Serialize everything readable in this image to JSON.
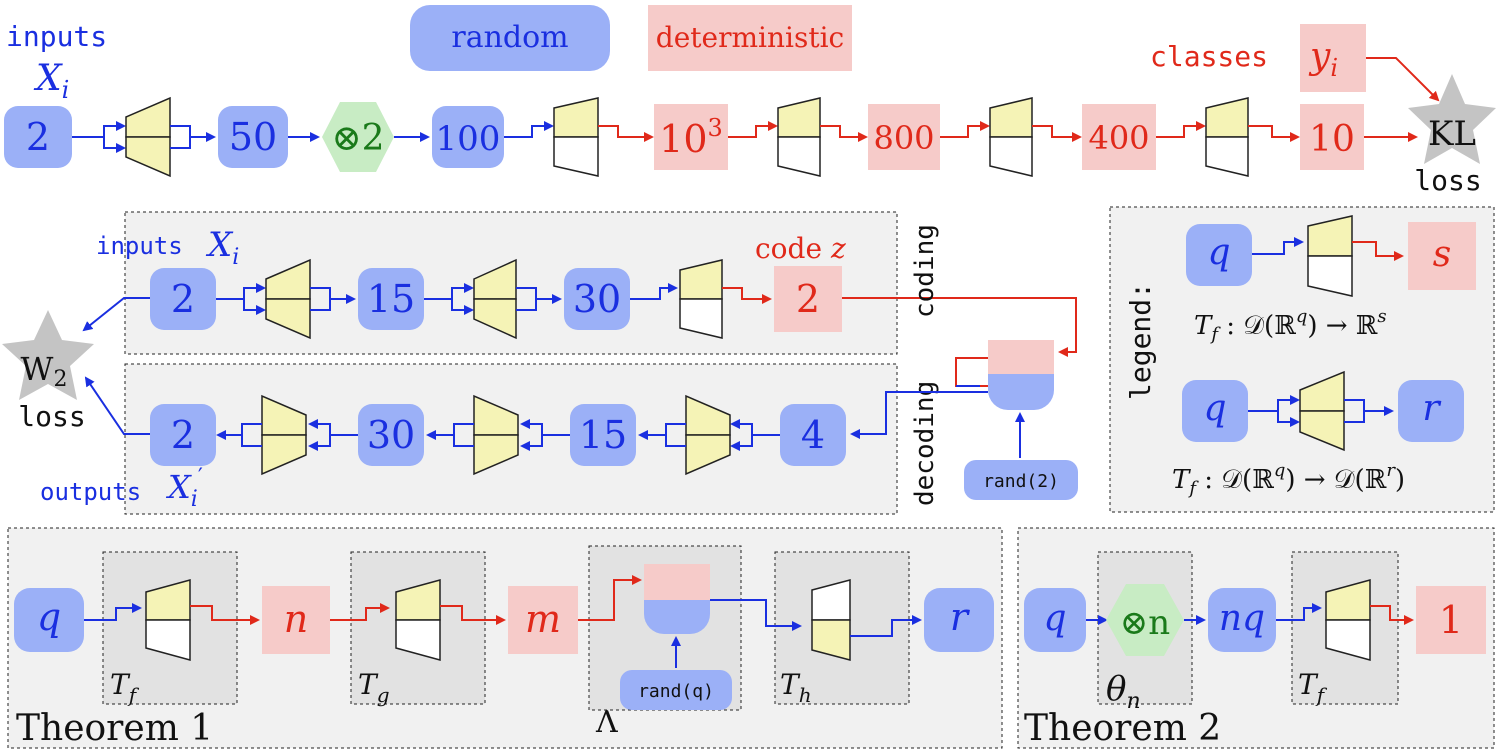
{
  "header": {
    "random_label": "random",
    "deterministic_label": "deterministic"
  },
  "colors": {
    "random_fill": "#9bb0f7",
    "deterministic_fill": "#f6cbc9",
    "trapezoid_fill": "#f5f3b6",
    "hexagon_fill": "#c8ecc4",
    "star_fill": "#c4c4c4",
    "panel_fill": "#f1f1f1",
    "blue": "#1a2fe0",
    "red": "#e0291a",
    "green": "#1a7a1a"
  },
  "classifier": {
    "inputs_label": "inputs",
    "inputs_var": "X",
    "inputs_sub": "i",
    "nodes": [
      "2",
      "50",
      "100",
      "10",
      "800",
      "400",
      "10"
    ],
    "power_exponent": "3",
    "tensor_label": "⊗2",
    "classes_label": "classes",
    "classes_var": "y",
    "classes_sub": "i",
    "loss_name": "KL",
    "loss_label": "loss"
  },
  "autoencoder": {
    "inputs_label": "inputs",
    "inputs_var": "X",
    "inputs_sub": "i",
    "code_label": "code",
    "code_var": "z",
    "encoder_nodes": [
      "2",
      "15",
      "30",
      "2"
    ],
    "decoder_nodes": [
      "4",
      "15",
      "30",
      "2"
    ],
    "outputs_label": "outputs",
    "outputs_var": "X",
    "outputs_sub": "i",
    "outputs_prime": "′",
    "coding_label": "coding",
    "decoding_label": "decoding",
    "rand_label": "rand(2)",
    "loss_name": "W",
    "loss_sub": "2",
    "loss_label": "loss"
  },
  "legend": {
    "title": "legend:",
    "row1": {
      "in": "q",
      "out": "s",
      "formula": "T_f : 𝒟(ℝ^q) → ℝ^s"
    },
    "row2": {
      "in": "q",
      "out": "r",
      "formula": "T_f : 𝒟(ℝ^q) → 𝒟(ℝ^r)"
    },
    "f1_a": "T",
    "f1_b": "f",
    "f1_c": " : 𝒟(ℝ",
    "f1_d": "q",
    "f1_e": ") → ℝ",
    "f1_f": "s",
    "f2_a": "T",
    "f2_b": "f",
    "f2_c": " : 𝒟(ℝ",
    "f2_d": "q",
    "f2_e": ") → 𝒟(ℝ",
    "f2_f": "r",
    "f2_g": ")"
  },
  "theorem1": {
    "title": "Theorem 1",
    "nodes": [
      "q",
      "n",
      "m",
      "r"
    ],
    "tf_a": "T",
    "tf_b": "f",
    "tg_a": "T",
    "tg_b": "g",
    "th_a": "T",
    "th_b": "h",
    "lambda_label": "Λ",
    "rand_label": "rand(q)"
  },
  "theorem2": {
    "title": "Theorem 2",
    "nodes": [
      "q",
      "nq",
      "1"
    ],
    "tensor_label": "⊗n",
    "theta_a": "θ",
    "theta_b": "n",
    "tf_a": "T",
    "tf_b": "f"
  }
}
